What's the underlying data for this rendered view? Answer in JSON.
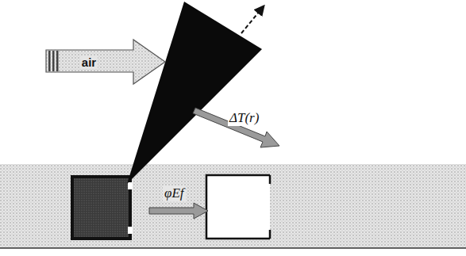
{
  "diagram": {
    "nodes": [
      {
        "text": [
          "air"
        ]
      }
    ],
    "labels": [
      "ΔT(r)",
      "φEf"
    ]
  }
}
